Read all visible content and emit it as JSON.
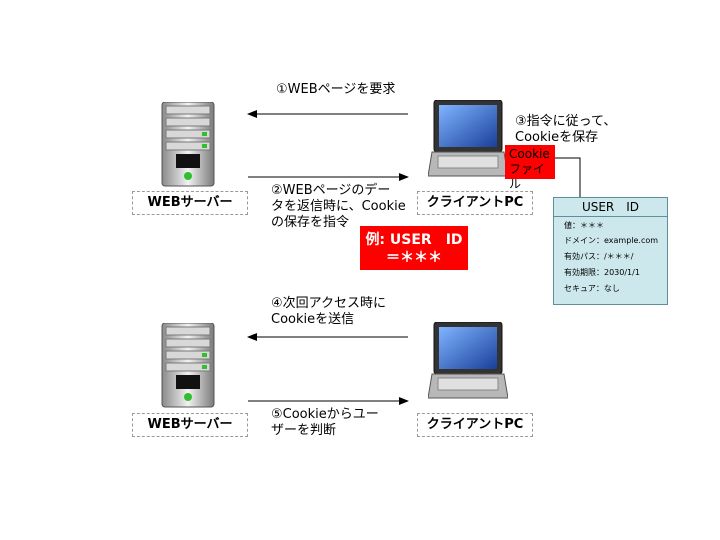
{
  "colors": {
    "highlight_red": "#ff0000",
    "info_panel_bg": "#cce8ec",
    "arrow": "#000000"
  },
  "icons": {
    "server": "server-tower-icon",
    "client": "laptop-icon"
  },
  "top": {
    "server_label": "WEBサーバー",
    "client_label": "クライアントPC",
    "step1": "①WEBページを要求",
    "step2": "②WEBページのデー\nタを返信時に、Cookie\nの保存を指令",
    "step3": "③指令に従って、\nCookieを保存",
    "cookie_file": "Cookie\nファイル",
    "example": "例: USER　ID\n＝＊＊＊"
  },
  "user_id_panel": {
    "title": "USER　ID",
    "rows": [
      "値：＊＊＊",
      "ドメイン：example.com",
      "有効パス：/＊＊＊/",
      "有効期限：2030/1/1",
      "セキュア：なし"
    ]
  },
  "bottom": {
    "server_label": "WEBサーバー",
    "client_label": "クライアントPC",
    "step4": "④次回アクセス時に\nCookieを送信",
    "step5": "⑤Cookieからユー\nザーを判断"
  }
}
